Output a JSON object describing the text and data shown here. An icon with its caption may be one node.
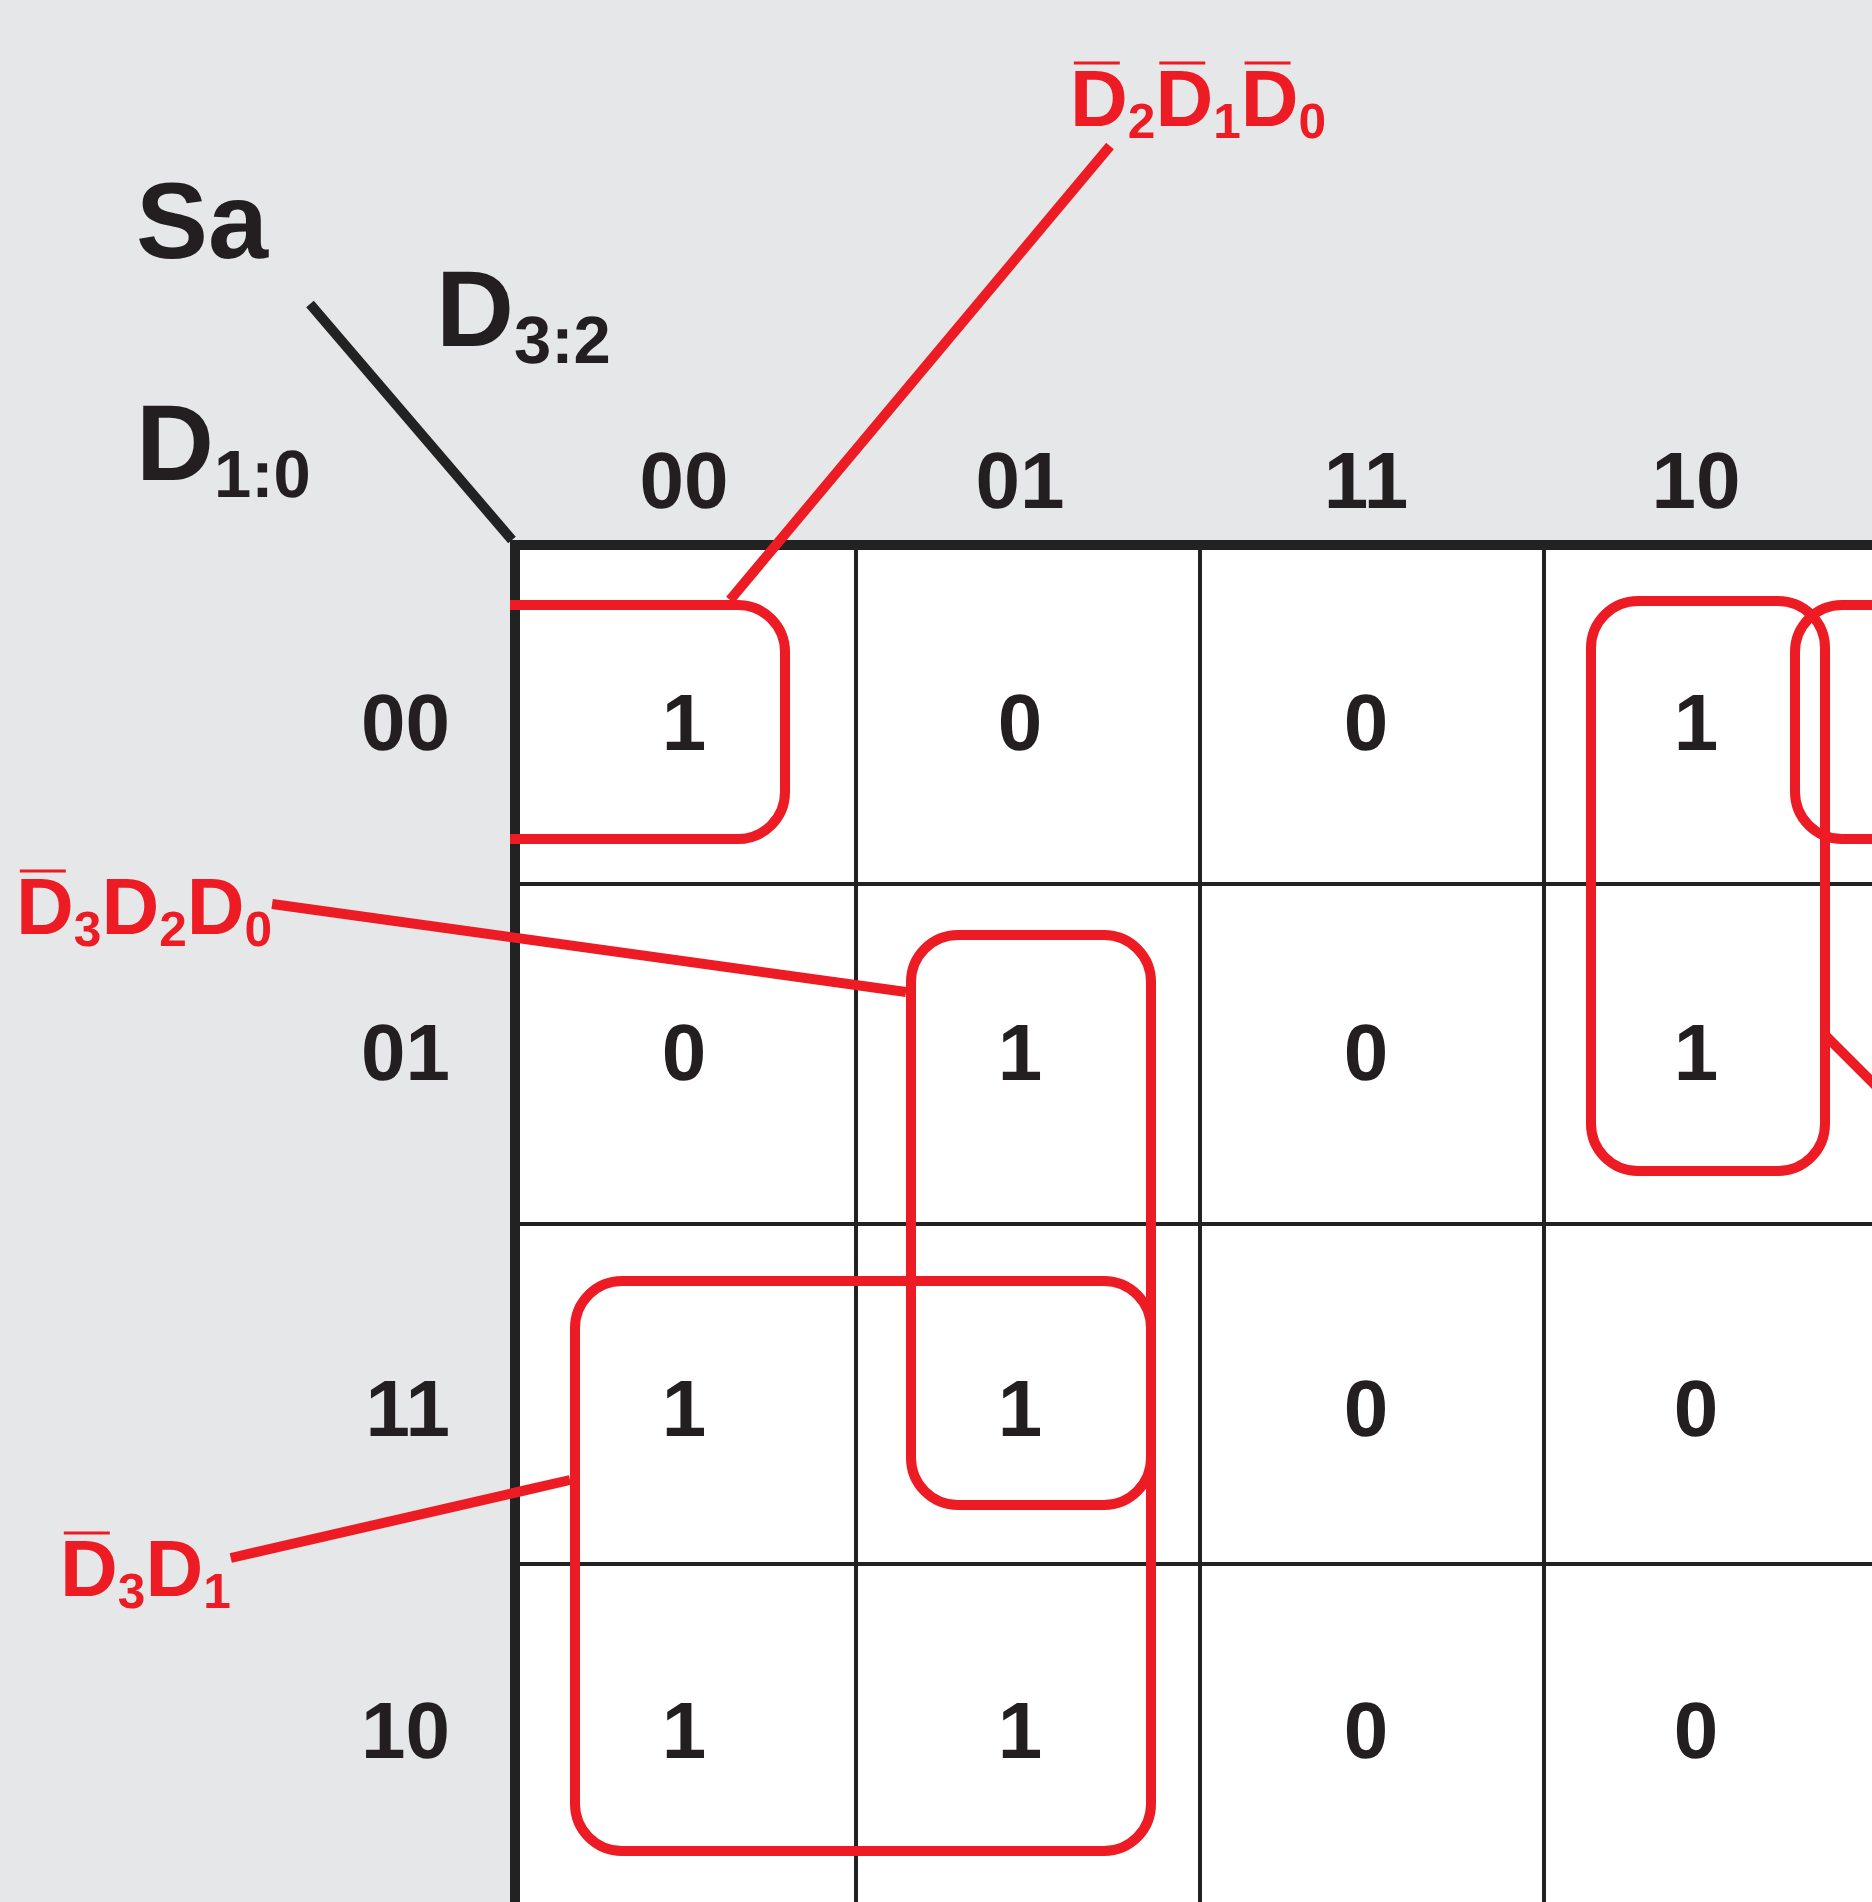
{
  "diagram": {
    "nodes": [
      {
        "text": [
          "D̅$_{2}$D̅$_{1}$D̅$_{0}$"
        ]
      },
      {
        "text": [],
        "shape": "box"
      },
      {
        "text": [
          "D̅$_{3}$D$_{2}$D$_{0}$"
        ]
      },
      {
        "text": [],
        "shape": "box"
      },
      {
        "text": [
          "D̅$_{3}$D$_{1}$"
        ]
      },
      {
        "text": [],
        "shape": "box"
      },
      {
        "text": [],
        "shape": "box"
      },
      {
        "text": [],
        "shape": "box"
      }
    ],
    "edges": [
      {
        "from": 0,
        "to": 1,
        "arrow": "none"
      },
      {
        "from": 2,
        "to": 3,
        "arrow": "none"
      },
      {
        "from": 4,
        "to": 5,
        "arrow": "none"
      },
      {
        "from": 6,
        "to": null,
        "arrow": "none"
      }
    ],
    "labels": [
      "Sa",
      "D$_{3:2}$",
      "D$_{1:0}$",
      "00",
      "01",
      "11",
      "10",
      "00",
      "1",
      "0",
      "0",
      "1",
      "01",
      "0",
      "1",
      "0",
      "1",
      "11",
      "1",
      "1",
      "0",
      "0",
      "10",
      "1",
      "1",
      "0",
      "0"
    ]
  }
}
